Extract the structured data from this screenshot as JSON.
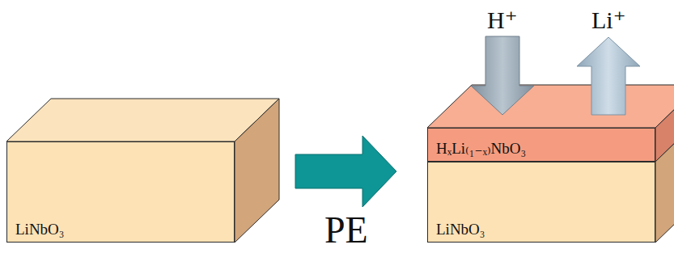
{
  "diagram": {
    "nodes": [
      {
        "text": [
          "LiNbO₃"
        ]
      },
      {
        "text": [
          "HₓLi₍₁₋ₓ₎NbO₃"
        ]
      },
      {
        "text": [
          "LiNbO₃"
        ]
      }
    ],
    "edges": [
      {
        "from": 0,
        "to": 2,
        "label": "PE",
        "arrow": "to"
      }
    ],
    "labels": [
      "H⁺",
      "Li⁺"
    ]
  }
}
